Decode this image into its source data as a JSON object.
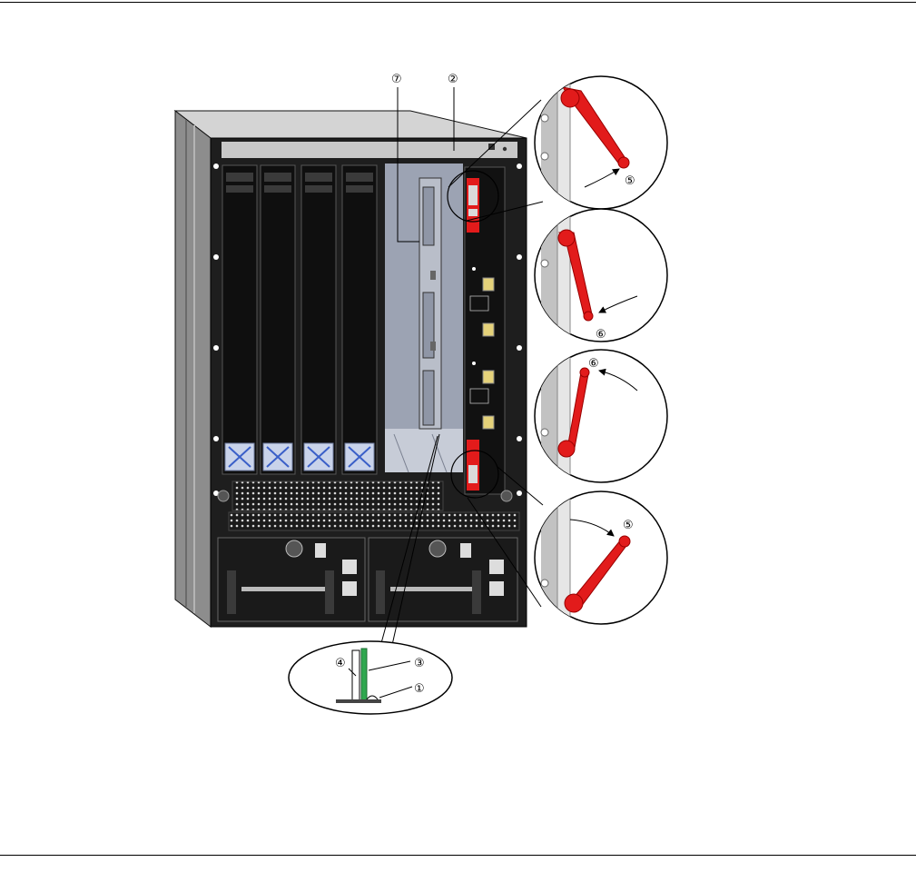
{
  "colors": {
    "chassis_dark": "#1e1e1e",
    "chassis_side": "#9a9a9a",
    "blank_panel": "#0f0f0f",
    "slot_interior": "#9ca3b3",
    "lever_red": "#e21b1b",
    "pcb_green": "#2fa84f",
    "x_mark_blue": "#3a5fc8"
  },
  "callouts": {
    "c1": "①",
    "c2": "②",
    "c3": "③",
    "c4": "④",
    "c5": "⑤",
    "c6": "⑥",
    "c7": "⑦"
  },
  "icons": {
    "lever": "ejector-lever-icon",
    "vent": "perforated-vent-icon",
    "power_socket": "power-socket-icon",
    "power_switch": "rocker-switch-icon"
  }
}
